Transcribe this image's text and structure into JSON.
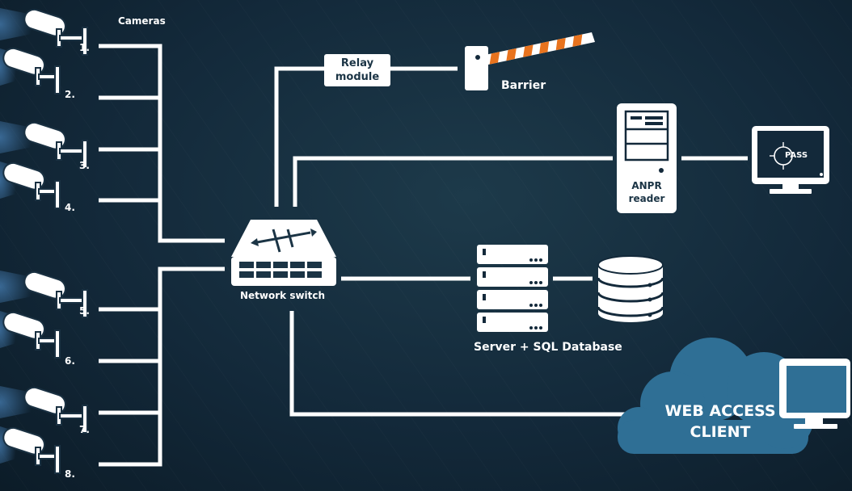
{
  "cameras": {
    "title": "Cameras",
    "items": [
      "1.",
      "2.",
      "3.",
      "4.",
      "5.",
      "6.",
      "7.",
      "8."
    ]
  },
  "relay": {
    "line1": "Relay",
    "line2": "module"
  },
  "barrier": {
    "label": "Barrier"
  },
  "anpr": {
    "line1": "ANPR",
    "line2": "reader"
  },
  "monitor": {
    "screen_text": "PASS"
  },
  "switch": {
    "label": "Network switch"
  },
  "server": {
    "label": "Server + SQL Database"
  },
  "web_client": {
    "line1": "WEB ACCESS",
    "line2": "CLIENT"
  },
  "colors": {
    "background": "#13293a",
    "lines": "#ffffff",
    "barrier_stripe": "#e8731e",
    "cloud": "#2f6f95",
    "camera_glow": "#3b6fa0"
  },
  "icons": [
    "camera-icon",
    "network-switch-icon",
    "barrier-icon",
    "anpr-reader-icon",
    "monitor-icon",
    "server-icon",
    "database-icon",
    "cloud-icon"
  ]
}
